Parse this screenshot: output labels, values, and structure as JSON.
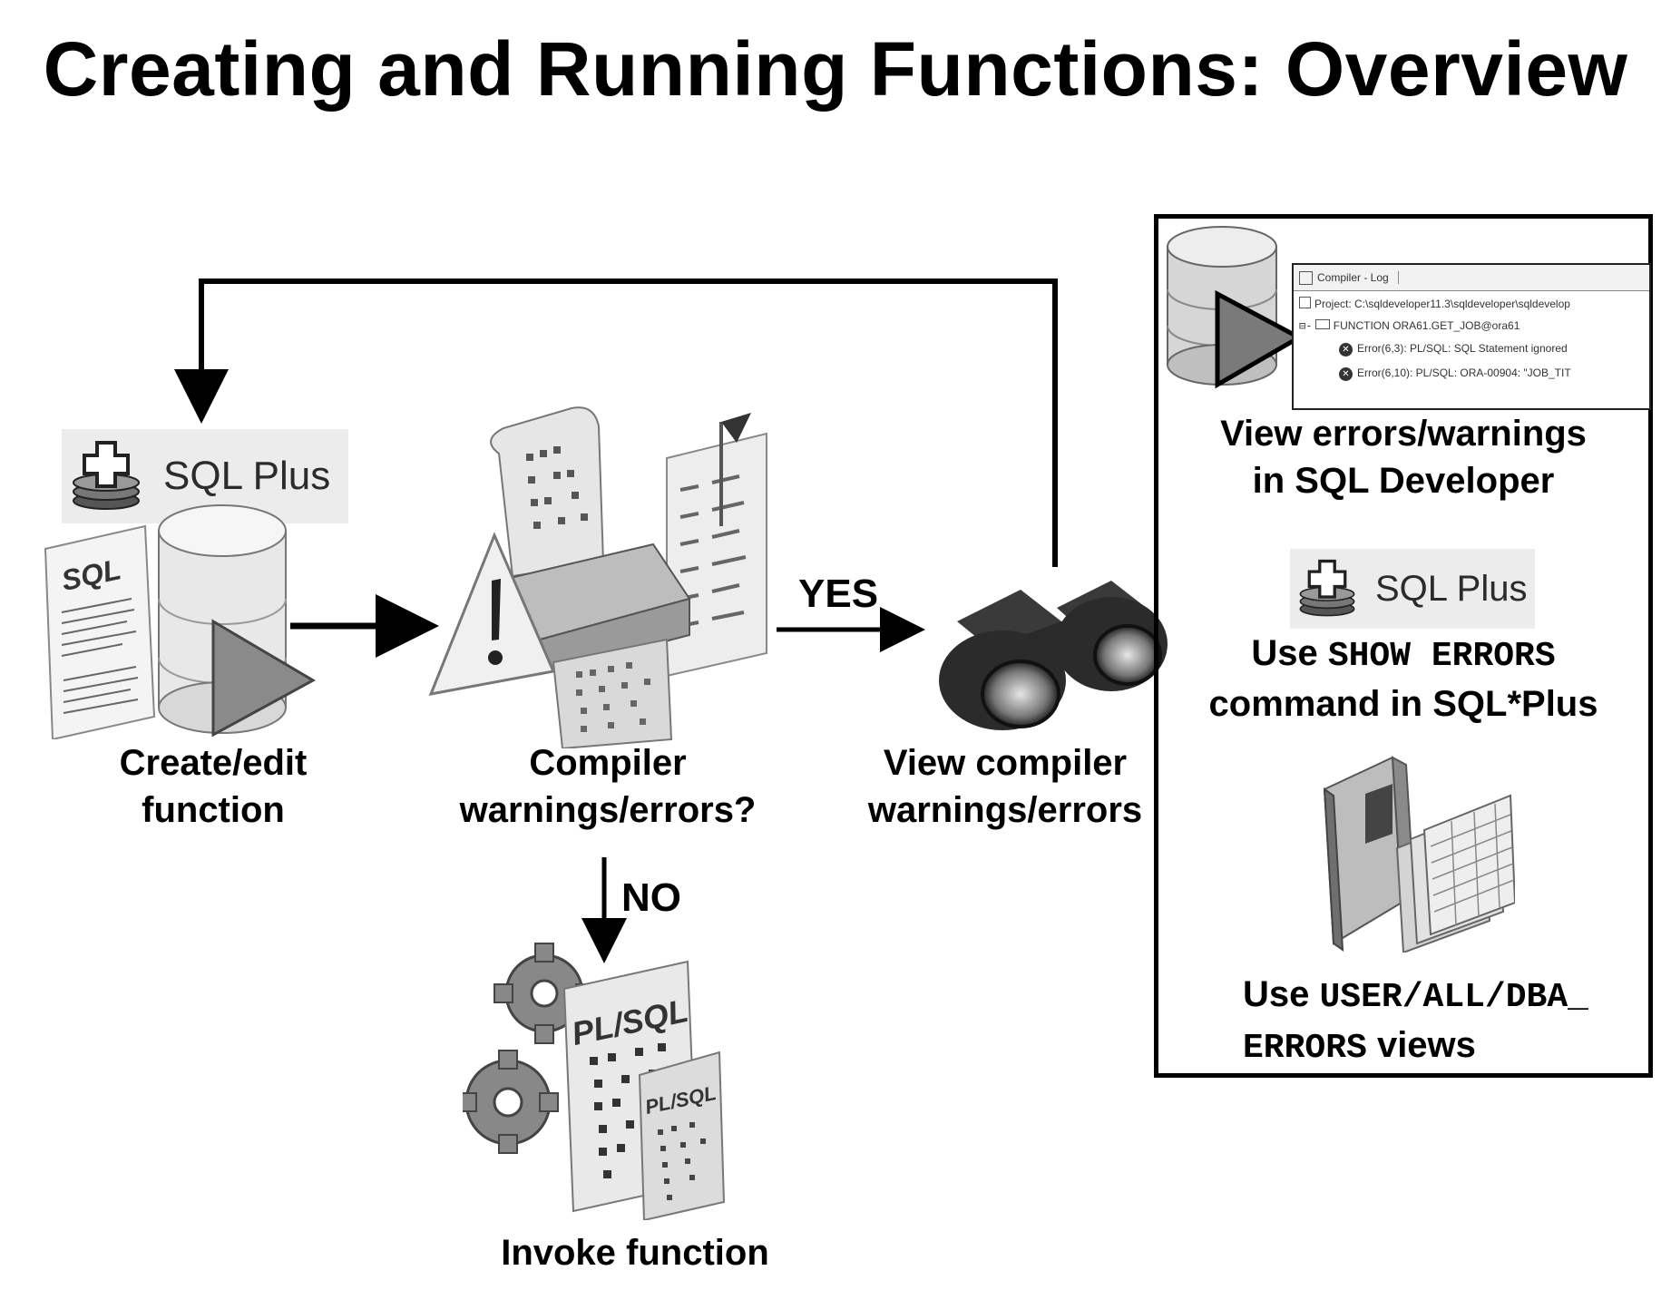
{
  "title": "Creating and Running Functions: Overview",
  "nodes": {
    "create": {
      "line1": "Create/edit",
      "line2": "function",
      "sqlplus": "SQL Plus",
      "doc_text": "SQL"
    },
    "compiler": {
      "line1": "Compiler",
      "line2": "warnings/errors?"
    },
    "view": {
      "line1": "View compiler",
      "line2": "warnings/errors"
    },
    "invoke": {
      "label": "Invoke function",
      "doc_big": "PL/SQL",
      "doc_small": "PL/SQL"
    }
  },
  "edges": {
    "yes": "YES",
    "no": "NO"
  },
  "panel": {
    "sqldev": {
      "line1": "View errors/warnings",
      "line2": "in SQL Developer",
      "log_title": "Compiler - Log",
      "log_lines": [
        "Project: C:\\sqldeveloper11.3\\sqldeveloper\\sqldevelop",
        "FUNCTION ORA61.GET_JOB@ora61",
        "Error(6,3): PL/SQL: SQL Statement ignored",
        "Error(6,10): PL/SQL: ORA-00904: \"JOB_TIT"
      ]
    },
    "sqlplus": {
      "icon_label": "SQL Plus",
      "pre": "Use ",
      "code": "SHOW ERRORS",
      "line2": "command in SQL*Plus"
    },
    "views": {
      "pre": "Use ",
      "code1": "USER/ALL/DBA_",
      "code2": "ERRORS",
      "post": " views"
    }
  }
}
